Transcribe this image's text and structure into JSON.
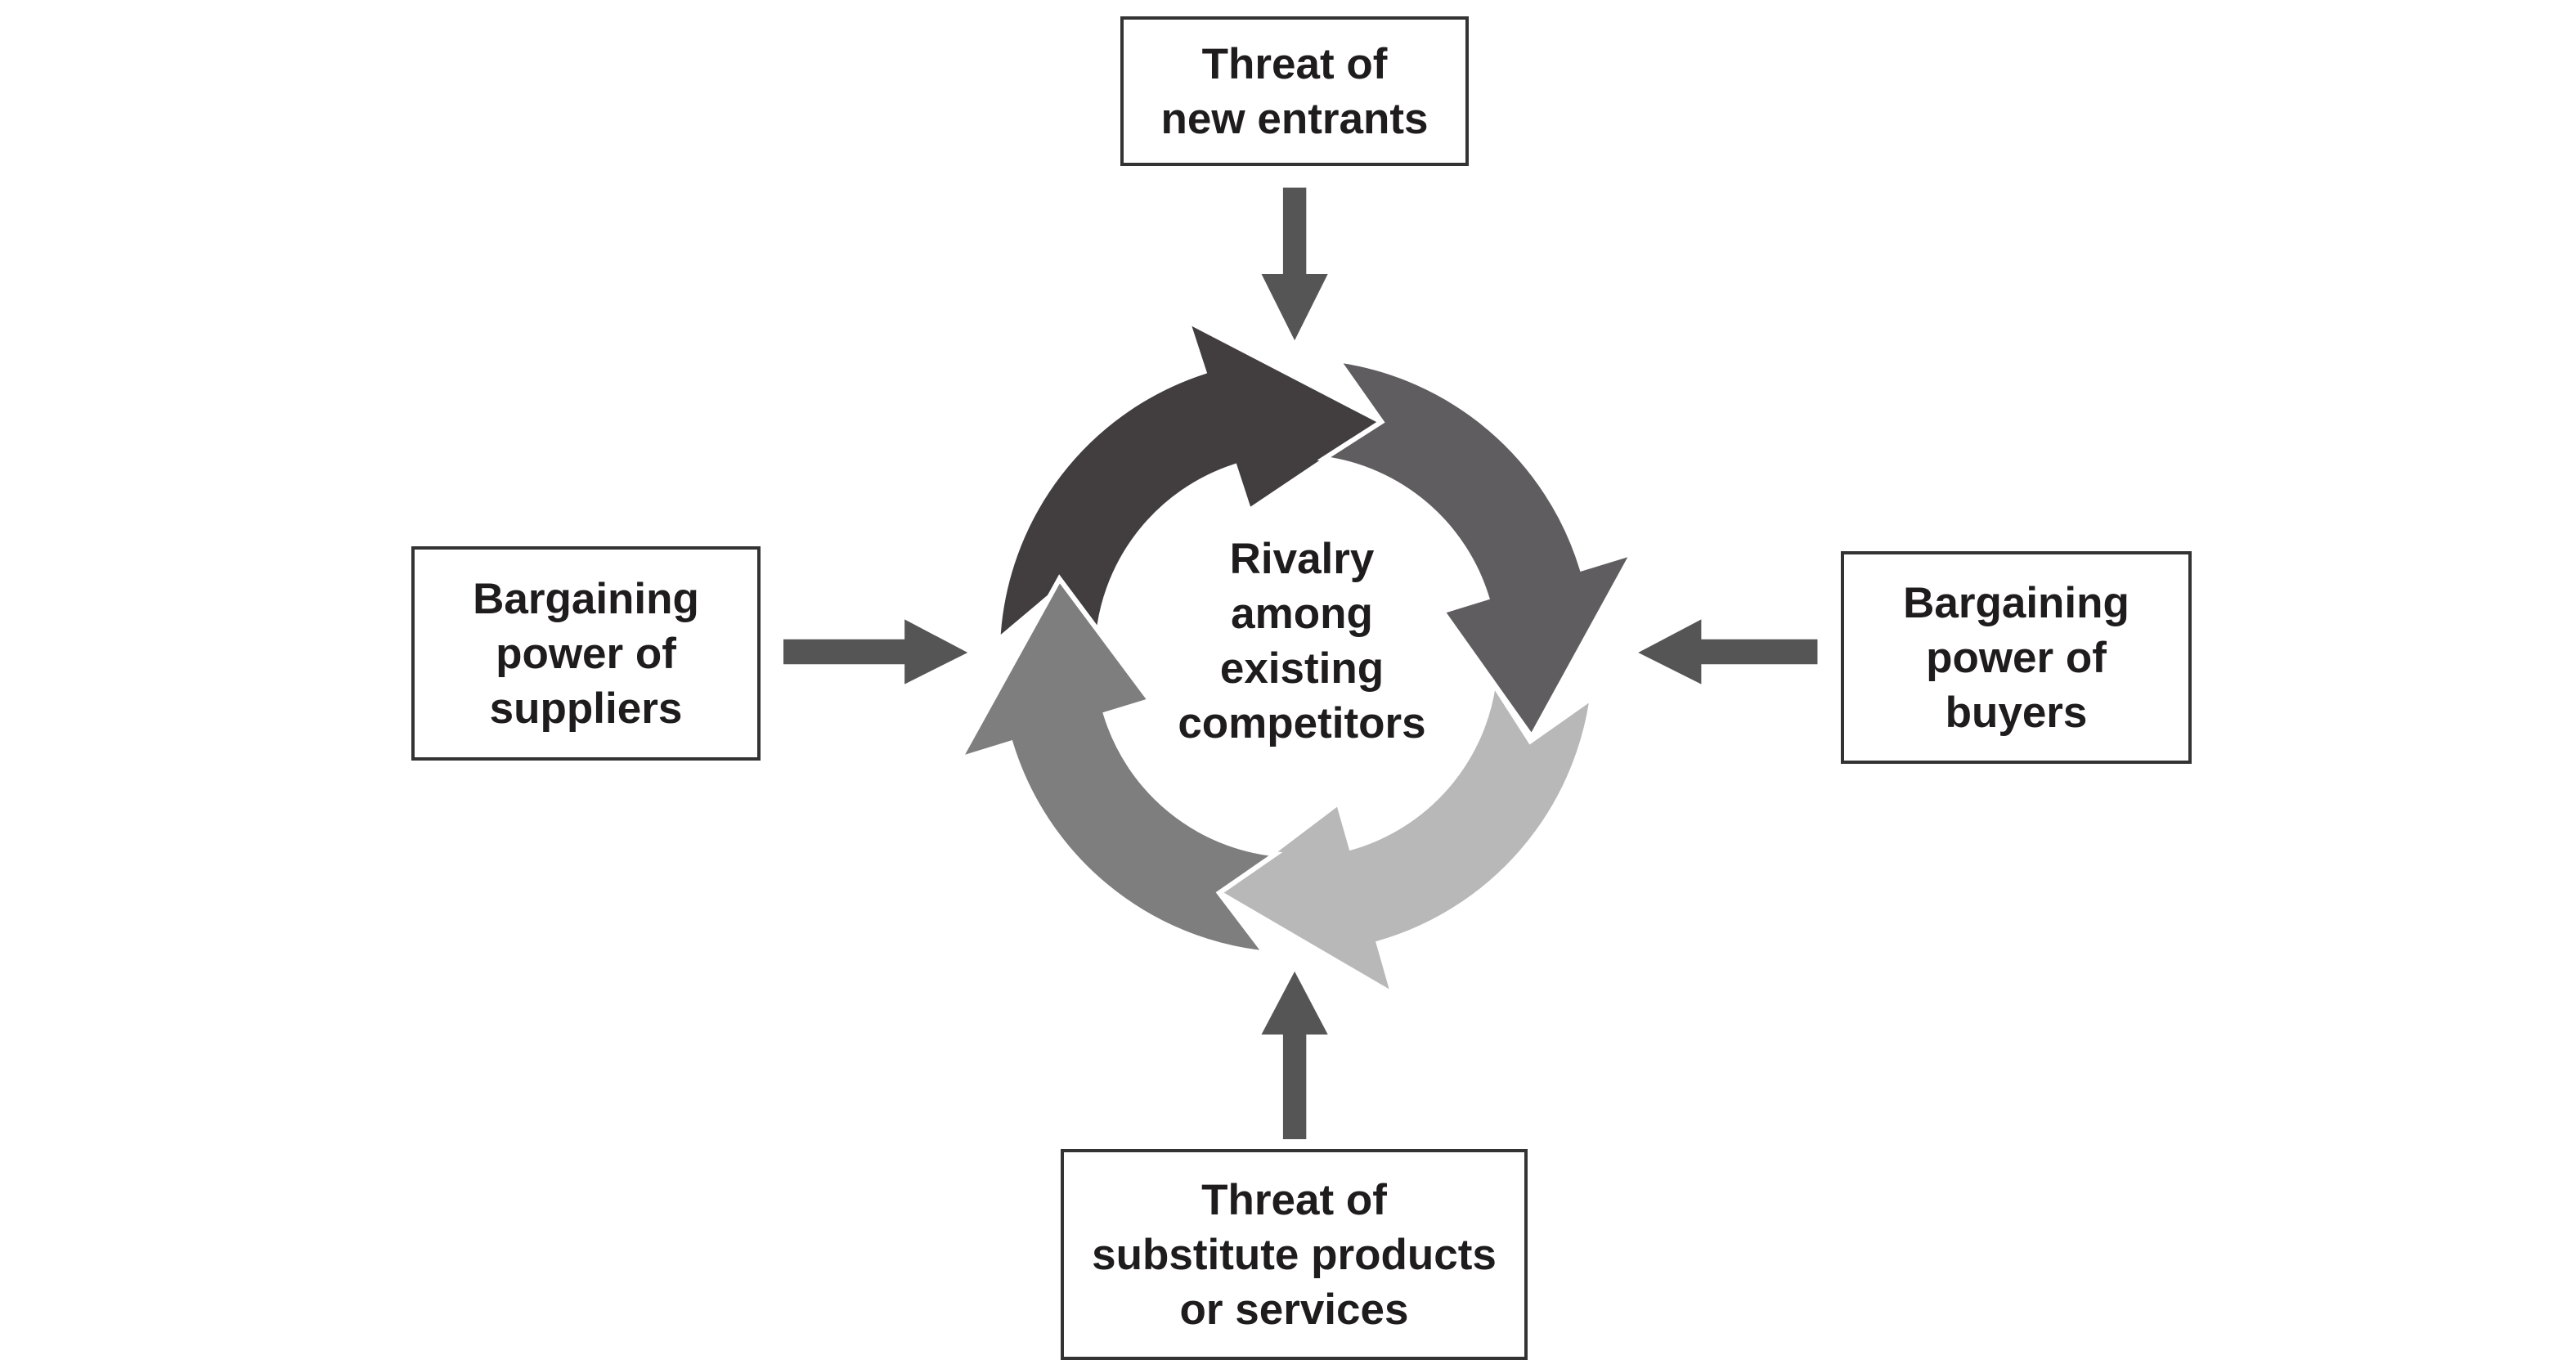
{
  "center": {
    "label": "Rivalry\namong\nexisting\ncompetitors"
  },
  "forces": {
    "top": "Threat of\nnew entrants",
    "left": "Bargaining\npower of\nsuppliers",
    "right": "Bargaining\npower of\nbuyers",
    "bottom": "Threat of\nsubstitute products\nor services"
  },
  "colors": {
    "cycle_dark": "#423e40",
    "cycle_mid_dark": "#5f5d5f",
    "cycle_light": "#b8b8b8",
    "cycle_mid": "#7f7e7f",
    "force_arrow": "#555555",
    "box_border": "#333333"
  }
}
